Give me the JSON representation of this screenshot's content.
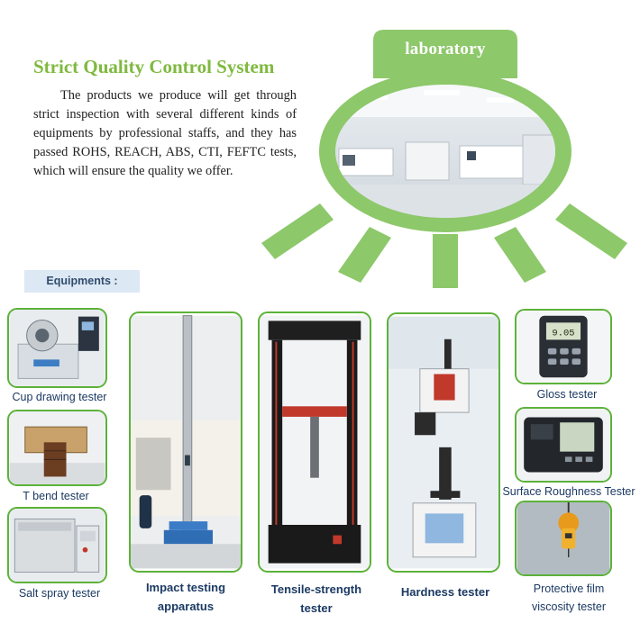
{
  "header": {
    "title": "Strict Quality Control System",
    "intro": "The products we produce will get through strict inspection with several different kinds of equipments by professional staffs, and they has passed ROHS, REACH, ABS, CTI, FEFTC tests, which will ensure the quality we offer."
  },
  "lab": {
    "label": "laboratory",
    "accent": "#8dc86a"
  },
  "equipments": {
    "label": "Equipments :",
    "items": [
      {
        "caption": "Cup drawing tester"
      },
      {
        "caption": "T bend tester"
      },
      {
        "caption": "Salt spray tester"
      },
      {
        "caption": "Impact testing apparatus"
      },
      {
        "caption": "Tensile-strength tester"
      },
      {
        "caption": "Hardness tester"
      },
      {
        "caption": "Gloss tester"
      },
      {
        "caption": "Surface Roughness Tester"
      },
      {
        "caption": "Protective film viscosity tester"
      }
    ]
  },
  "gloss_display": "9.05",
  "colors": {
    "title_green": "#7fb93f",
    "frame_green": "#5cb23a",
    "caption_navy": "#1c3a63",
    "tag_bg": "#dde8f5"
  }
}
